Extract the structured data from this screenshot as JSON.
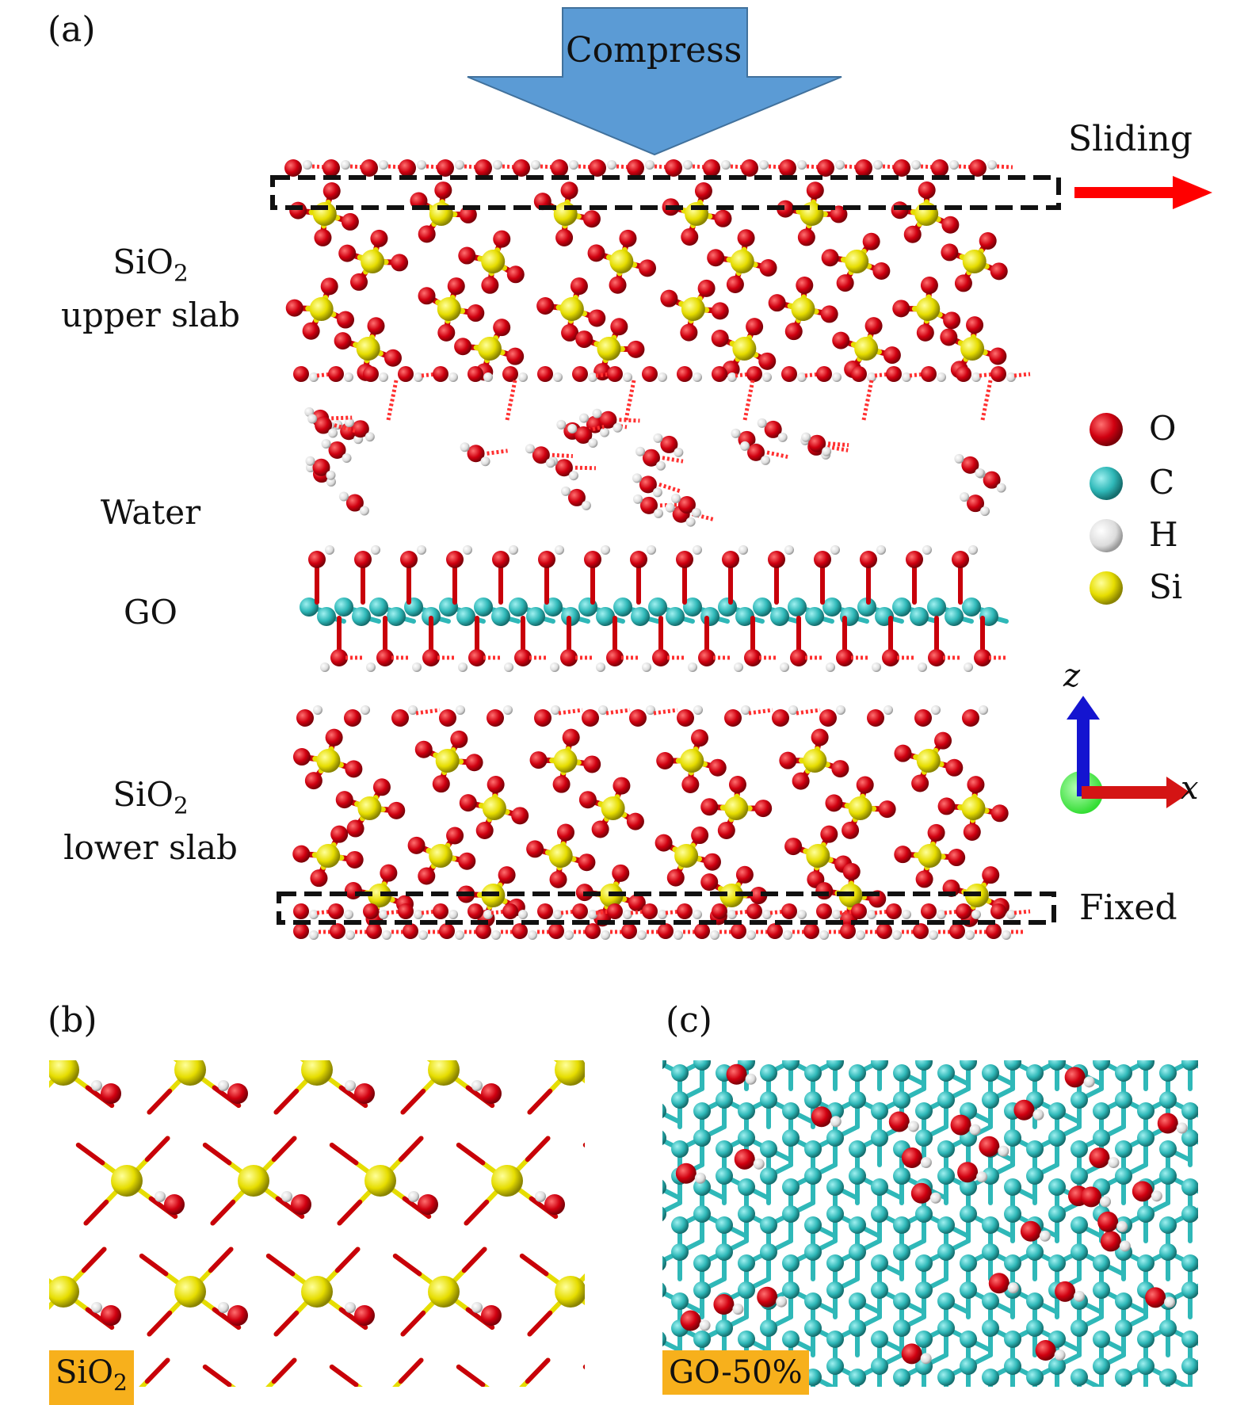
{
  "panel_a": {
    "label": "(a)",
    "compress": "Compress",
    "sliding": "Sliding",
    "fixed": "Fixed",
    "upper_slab": {
      "line1_main": "SiO",
      "line1_sub": "2",
      "line2": "upper slab"
    },
    "water": "Water",
    "go": "GO",
    "lower_slab": {
      "line1_main": "SiO",
      "line1_sub": "2",
      "line2": "lower slab"
    },
    "legend": [
      {
        "label": "O",
        "color": "#c8000a"
      },
      {
        "label": "C",
        "color": "#2fb8b8"
      },
      {
        "label": "H",
        "color": "#d9d9d9"
      },
      {
        "label": "Si",
        "color": "#e6dd00"
      }
    ],
    "axes": {
      "z": "z",
      "x": "x"
    },
    "colors": {
      "compress_arrow": "#5b9bd5",
      "sliding_arrow": "#ff0000",
      "z_axis": "#1010d0",
      "x_axis": "#d01010"
    }
  },
  "panel_b": {
    "label": "(b)",
    "tag_main": "SiO",
    "tag_sub": "2"
  },
  "panel_c": {
    "label": "(c)",
    "tag": "GO-50%"
  },
  "colors": {
    "oxygen": "#c8000a",
    "carbon": "#2fb8b8",
    "hydrogen": "#d9d9d9",
    "silicon": "#e6dd00",
    "tag_bg": "#f7b01c"
  }
}
